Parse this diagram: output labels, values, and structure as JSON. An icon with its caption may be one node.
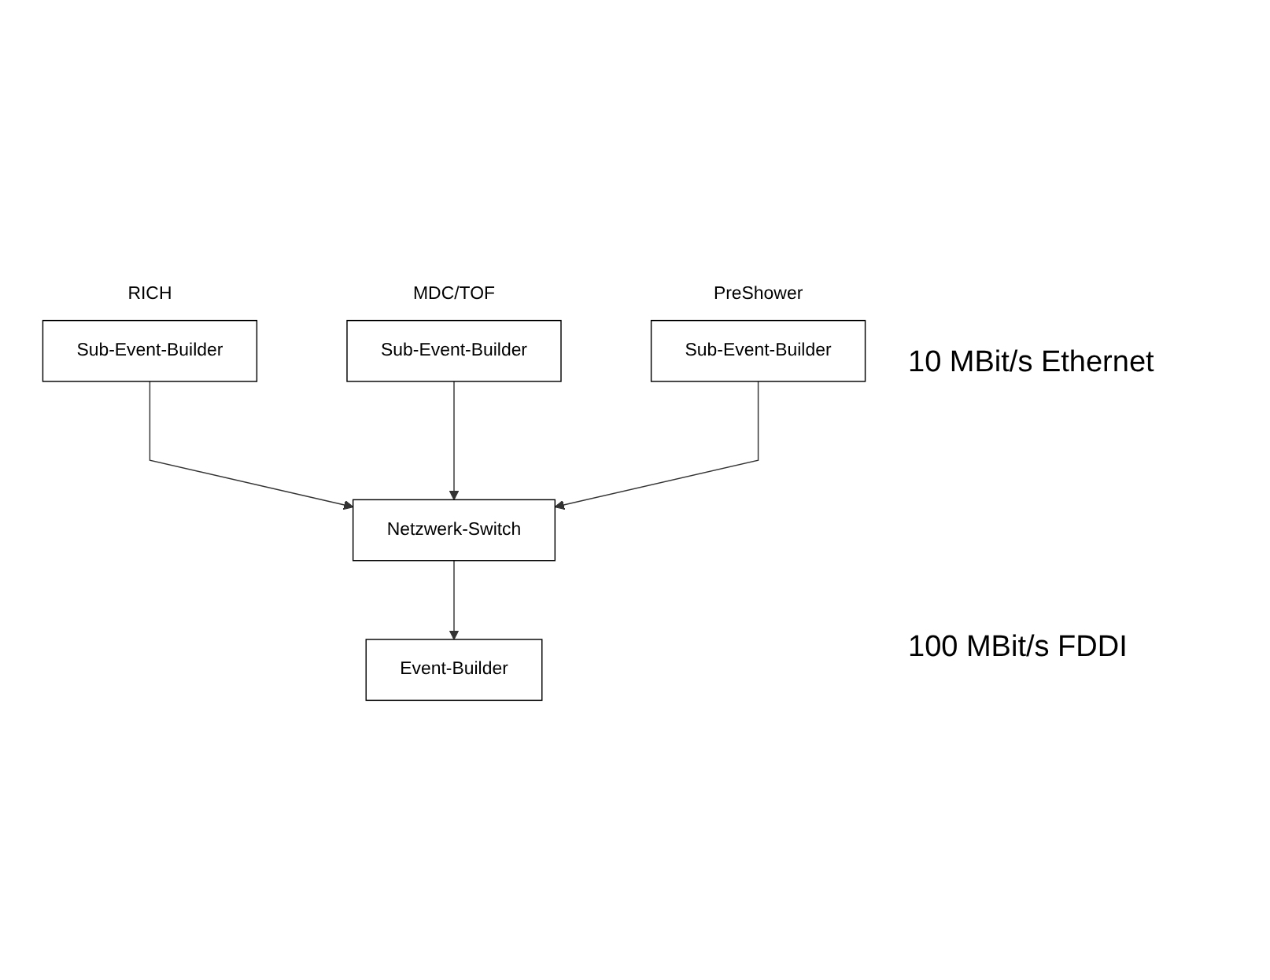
{
  "diagram": {
    "nodes": [
      {
        "text": [
          "Sub-Event-Builder"
        ],
        "beside": [
          "RICH"
        ]
      },
      {
        "text": [
          "Sub-Event-Builder"
        ],
        "beside": [
          "MDC/TOF"
        ]
      },
      {
        "text": [
          "Sub-Event-Builder"
        ],
        "beside": [
          "PreShower"
        ]
      },
      {
        "text": [
          "Netzwerk-Switch"
        ]
      },
      {
        "text": [
          "Event-Builder"
        ]
      }
    ],
    "edges": [
      {
        "from": 0,
        "to": 3,
        "arrow": "to"
      },
      {
        "from": 1,
        "to": 3,
        "arrow": "to"
      },
      {
        "from": 2,
        "to": 3,
        "arrow": "to"
      },
      {
        "from": 3,
        "to": 4,
        "arrow": "to"
      }
    ],
    "labels": [
      "10 MBit/s Ethernet",
      "100 MBit/s FDDI"
    ]
  }
}
